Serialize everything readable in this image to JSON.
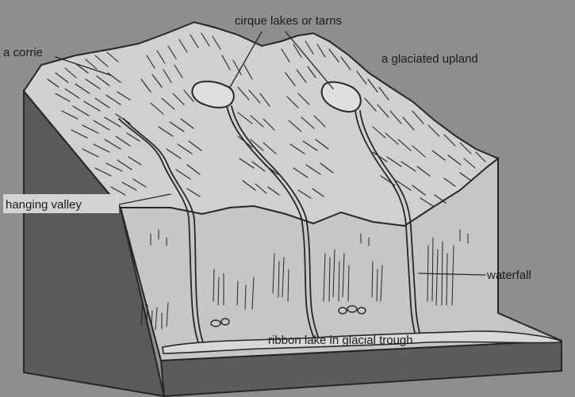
{
  "labels": {
    "corrie": "a corrie",
    "cirque_lakes": "cirque lakes or tarns",
    "glaciated_upland": "a glaciated upland",
    "hanging_valley": "hanging valley",
    "waterfall": "waterfall",
    "ribbon_lake": "ribbon lake in glacial trough"
  },
  "colors": {
    "background": "#8e8e8e",
    "block_side": "#5a5a5a",
    "block_top": "#cfcfcf",
    "ink": "#262626"
  }
}
